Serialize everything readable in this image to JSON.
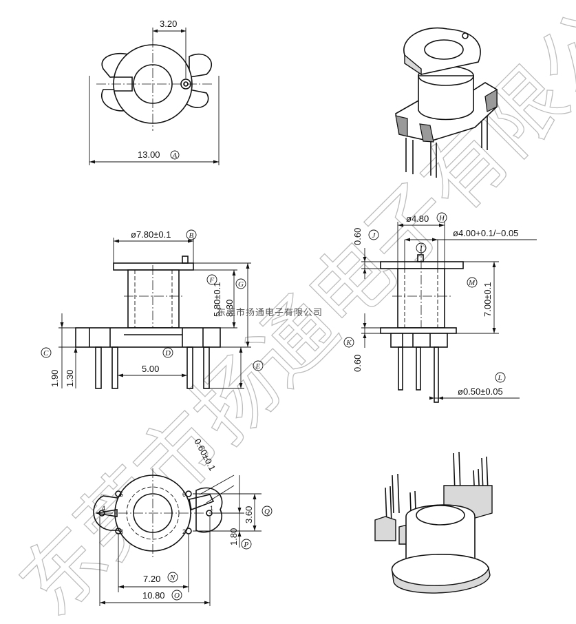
{
  "watermark": {
    "large": "东莞市扬通电子有限公司",
    "small": "东莞市扬通电子有限公司"
  },
  "top_view": {
    "dim_pin_offset": "3.20",
    "dim_width": "13.00",
    "label_width": "A"
  },
  "front_view": {
    "dim_flange": "ø7.80±0.1",
    "label_flange": "B",
    "label_C": "C",
    "label_D": "D",
    "label_E": "E",
    "label_F": "F",
    "label_G": "G",
    "dim_winding": "5.80±0.1",
    "dim_total": "8.30",
    "dim_pin_span": "5.00",
    "dim_pin_len_1": "1.90",
    "dim_pin_len_2": "1.30"
  },
  "side_view": {
    "dim_top_thk": "0.60",
    "label_top_thk": "J",
    "dim_core": "ø4.80",
    "label_core": "H",
    "dim_bore": "ø4.00+0.1/−0.05",
    "label_bore": "I",
    "dim_height": "7.00±0.1",
    "label_height": "M",
    "dim_base_thk": "0.60",
    "label_base_thk": "K",
    "dim_pin_dia": "ø0.50±0.05",
    "label_pin_dia": "L"
  },
  "bottom_view": {
    "dim_slot": "0.60±0.1",
    "dim_pin_pitch_v": "3.60",
    "label_pin_pitch_v": "Q",
    "dim_pin_offset_v": "1.80",
    "label_pin_offset_v": "P",
    "dim_pin_pitch_h": "7.20",
    "label_pin_pitch_h": "N",
    "dim_overall_h": "10.80",
    "label_overall_h": "O",
    "pins": [
      "1",
      "2",
      "3",
      "4",
      "5",
      "6"
    ]
  }
}
